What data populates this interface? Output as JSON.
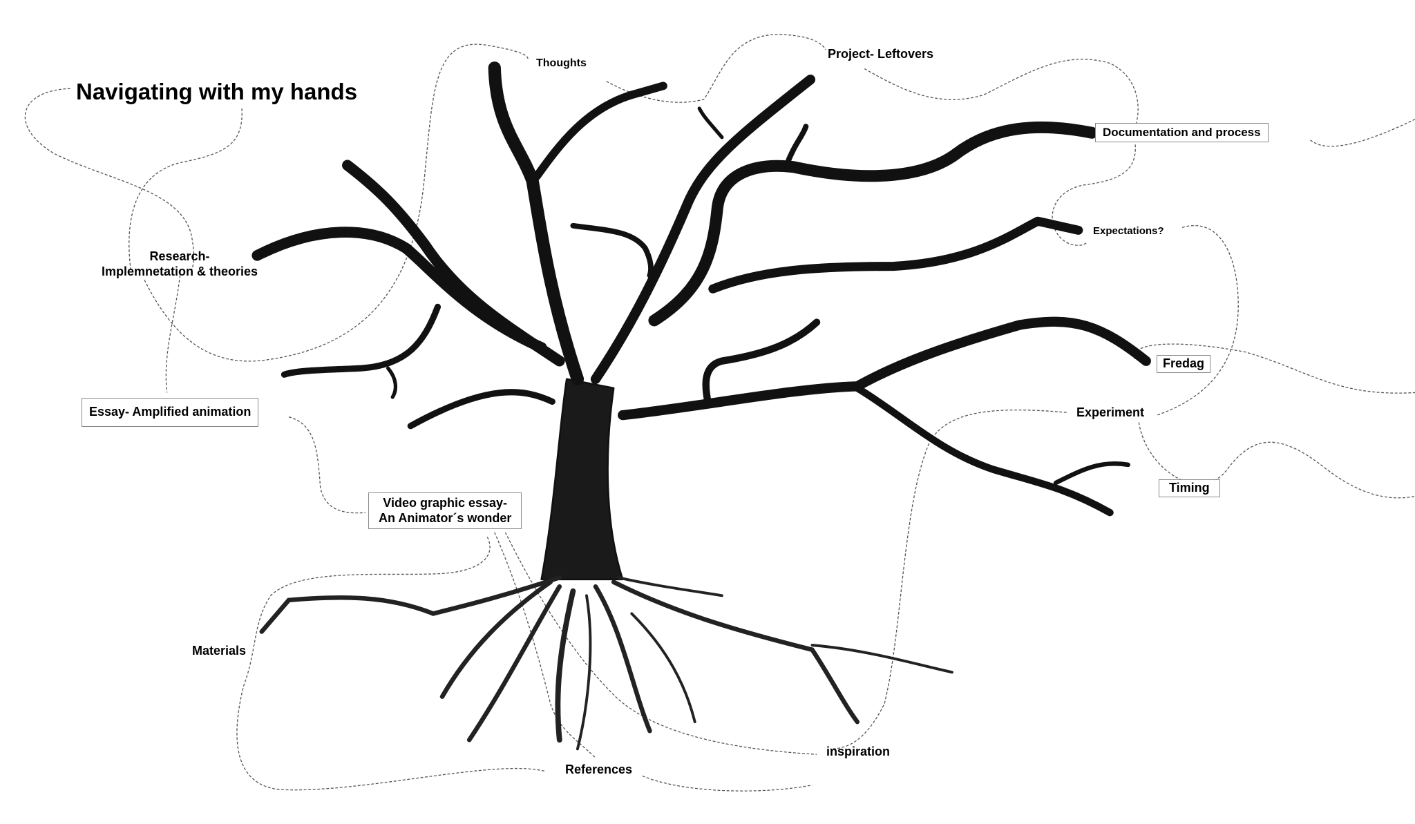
{
  "title": "Navigating with my hands",
  "nodes": {
    "thoughts": "Thoughts",
    "project_leftovers": "Project- Leftovers",
    "documentation": "Documentation and process",
    "expectations": "Expectations?",
    "research_line1": "Research-",
    "research_line2": "Implemnetation & theories",
    "essay": "Essay- Amplified animation",
    "video_line1": "Video graphic essay-",
    "video_line2": "An Animator´s wonder",
    "fredag": "Fredag",
    "experiment": "Experiment",
    "timing": "Timing",
    "materials": "Materials",
    "references": "References",
    "inspiration": "inspiration"
  },
  "colors": {
    "ink": "#111111",
    "dash": "#555555",
    "box_border": "#888888"
  }
}
